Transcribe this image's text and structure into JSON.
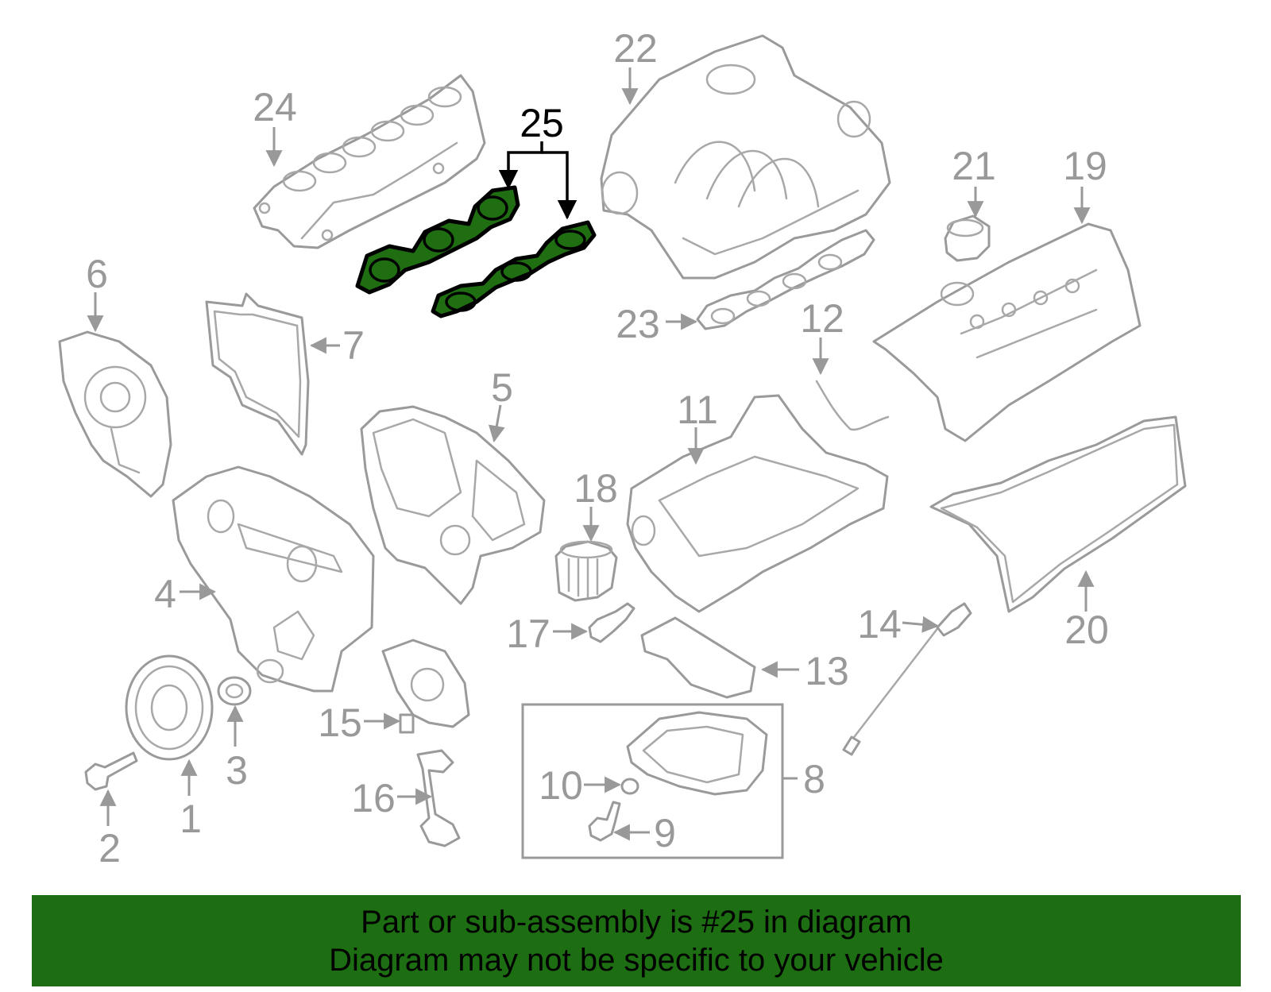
{
  "banner": {
    "line1": "Part or sub-assembly is #25 in diagram",
    "line2": "Diagram may not be specific to your vehicle"
  },
  "callouts": [
    "1",
    "2",
    "3",
    "4",
    "5",
    "6",
    "7",
    "8",
    "9",
    "10",
    "11",
    "12",
    "13",
    "14",
    "15",
    "16",
    "17",
    "18",
    "19",
    "20",
    "21",
    "22",
    "23",
    "24",
    "25"
  ],
  "highlighted_part": "25",
  "colors": {
    "highlight": "#1d6e12",
    "part_line": "#9a9a9a",
    "label": "#999999"
  }
}
